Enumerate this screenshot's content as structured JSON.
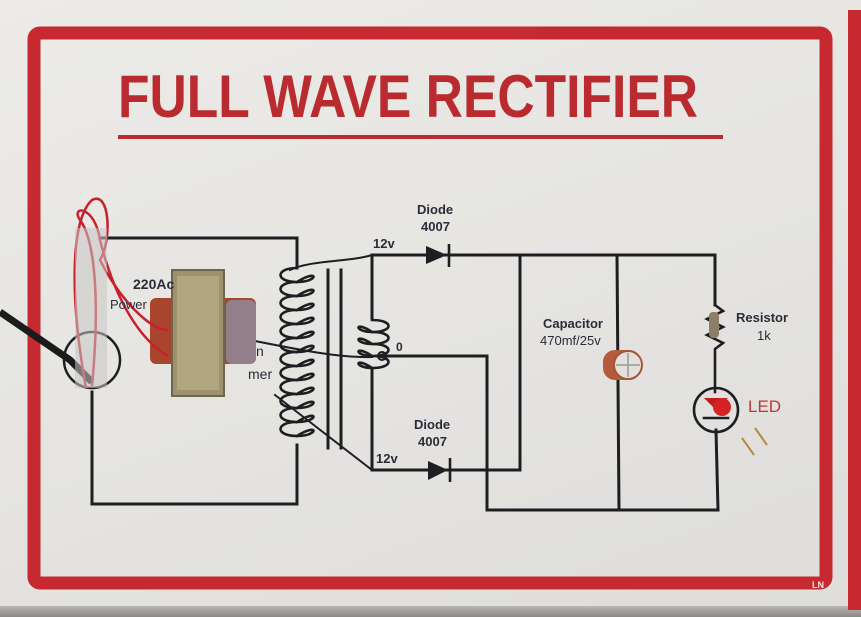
{
  "poster": {
    "title": "FULL WAVE RECTIFIER",
    "footer_mark": "LN",
    "colors": {
      "frame": "#c62a30",
      "title": "#b92b2e",
      "wire": "#1e1e22",
      "label": "#2c2c38",
      "led_label": "#b93a3c"
    }
  },
  "labels": {
    "power_in": "220Ac",
    "power_word": "Power",
    "transformer_partial_1": "n",
    "transformer_partial_2": "mer",
    "top_tap": "12v",
    "center_tap": "0",
    "bottom_tap": "12v",
    "diode_top_name": "Diode",
    "diode_top_part": "4007",
    "diode_bottom_name": "Diode",
    "diode_bottom_part": "4007",
    "capacitor_name": "Capacitor",
    "capacitor_value": "470mf/25v",
    "resistor_name": "Resistor",
    "resistor_value": "1k",
    "led_name": "LED"
  },
  "components": [
    {
      "type": "step-down-transformer",
      "input": "220Ac",
      "outputs": [
        "12v",
        "0",
        "12v"
      ]
    },
    {
      "type": "diode",
      "part": "4007",
      "position": "top"
    },
    {
      "type": "diode",
      "part": "4007",
      "position": "bottom"
    },
    {
      "type": "electrolytic-capacitor",
      "value": "470mf/25v"
    },
    {
      "type": "resistor",
      "value": "1k"
    },
    {
      "type": "led",
      "color": "red"
    }
  ]
}
